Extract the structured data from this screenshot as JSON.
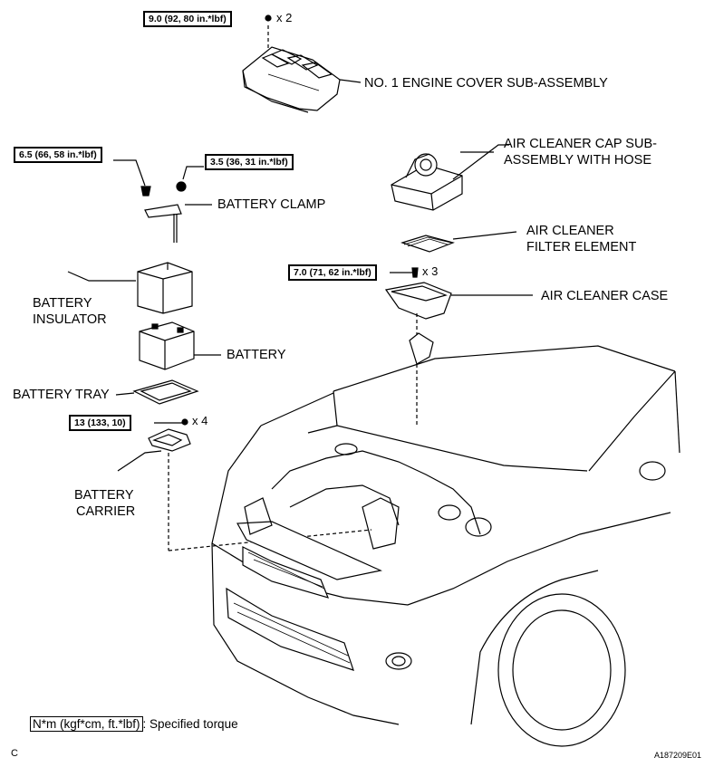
{
  "torques": {
    "engine_cover": "9.0 (92, 80 in.*lbf)",
    "clamp_left": "6.5 (66, 58 in.*lbf)",
    "clamp_right": "3.5 (36, 31 in.*lbf)",
    "air_cleaner_case": "7.0 (71, 62 in.*lbf)",
    "battery_carrier": "13 (133, 10)"
  },
  "multipliers": {
    "engine_cover": "x 2",
    "air_cleaner_case": "x 3",
    "battery_carrier": "x 4"
  },
  "labels": {
    "engine_cover": "NO. 1 ENGINE COVER SUB-ASSEMBLY",
    "air_cleaner_cap_line1": "AIR CLEANER CAP SUB-",
    "air_cleaner_cap_line2": "ASSEMBLY WITH HOSE",
    "battery_clamp": "BATTERY CLAMP",
    "air_cleaner_filter_line1": "AIR CLEANER",
    "air_cleaner_filter_line2": "FILTER ELEMENT",
    "air_cleaner_case": "AIR CLEANER CASE",
    "battery_insulator_line1": "BATTERY",
    "battery_insulator_line2": "INSULATOR",
    "battery": "BATTERY",
    "battery_tray": "BATTERY TRAY",
    "battery_carrier_line1": "BATTERY",
    "battery_carrier_line2": "CARRIER"
  },
  "legend": {
    "unit": "N*m (kgf*cm, ft.*lbf)",
    "text": ": Specified torque"
  },
  "footer": {
    "corner_letter": "C",
    "figure_id": "A187209E01"
  }
}
